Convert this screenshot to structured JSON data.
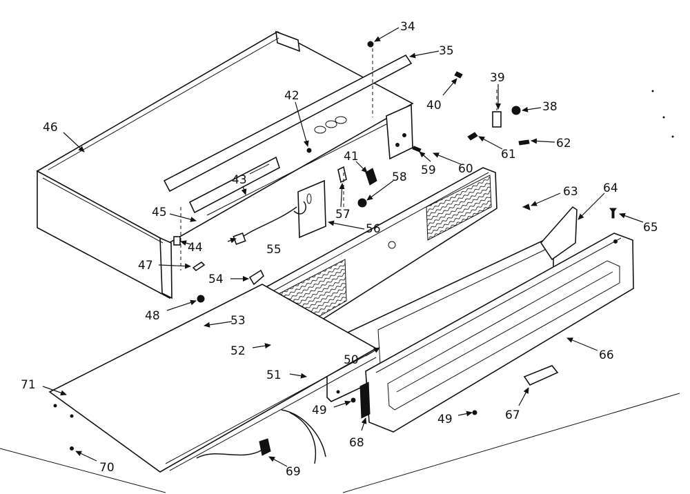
{
  "labels": [
    "34",
    "35",
    "40",
    "39",
    "38",
    "46",
    "42",
    "62",
    "61",
    "41",
    "60",
    "59",
    "58",
    "43",
    "45",
    "57",
    "56",
    "44",
    "55",
    "47",
    "54",
    "63",
    "64",
    "65",
    "48",
    "53",
    "52",
    "50",
    "66",
    "51",
    "71",
    "49",
    "49",
    "67",
    "68",
    "70",
    "69"
  ]
}
